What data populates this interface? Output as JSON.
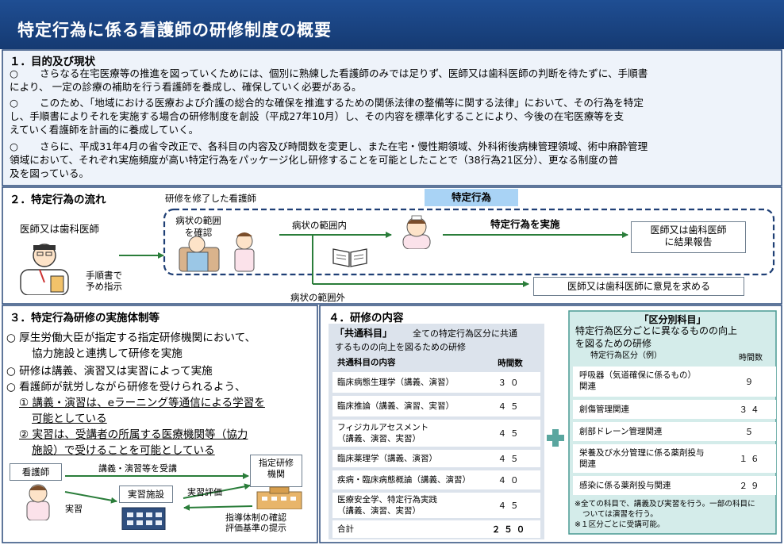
{
  "header": {
    "title": "特定行為に係る看護師の研修制度の概要"
  },
  "section1": {
    "title": "１．目的及び現状",
    "bullet_symbol": "○",
    "paragraphs": [
      [
        "さらなる在宅医療等の推進を図っていくためには、個別に熟練した看護師のみでは足りず、医師又は歯科医師の判断を待たずに、手順書",
        "により、 一定の診療の補助を行う看護師を養成し、確保していく必要がある。"
      ],
      [
        "このため、「地域における医療および介護の総合的な確保を推進するための関係法律の整備等に関する法律」において、その行為を特定",
        "し、手順書によりそれを実施する場合の研修制度を創設（平成27年10月）し、その内容を標準化することにより、今後の在宅医療等を支",
        "えていく看護師を計画的に養成していく。"
      ],
      [
        "さらに、平成31年4月の省令改正で、各科目の内容及び時間数を変更し、また在宅・慢性期領域、外科術後病棟管理領域、術中麻酔管理",
        "領域において、それぞれ実施頻度が高い特定行為をパッケージ化し研修することを可能としたことで（38行為21区分）、更なる制度の普",
        "及を図っている。"
      ]
    ]
  },
  "section2": {
    "title": "２．特定行為の流れ",
    "nurse_label": "研修を修了した看護師",
    "tokutei_badge": "特定行為",
    "doctor_label": "医師又は歯科医師",
    "instruction": [
      "手順書で",
      "予め指示"
    ],
    "check_range": [
      "病状の範囲",
      "を確認"
    ],
    "in_range": "病状の範囲内",
    "perform": "特定行為を実施",
    "report": [
      "医師又は歯科医師",
      "に結果報告"
    ],
    "opinion": "医師又は歯科医師に意見を求める",
    "out_range": "病状の範囲外"
  },
  "section3": {
    "title": "３．特定行為研修の実施体制等",
    "lines": [
      "○ 厚生労働大臣が指定する指定研修機関において、",
      "協力施設と連携して研修を実施",
      "○ 研修は講義、演習又は実習によって実施",
      "○ 看護師が就労しながら研修を受けられるよう、",
      "① 講義・演習は、eラーニング等通信による学習を",
      "可能としている",
      "② 実習は、受講者の所属する医療機関等（協力",
      "施設）で受けることを可能としている"
    ],
    "diagram": {
      "nurse": "看護師",
      "lecture": "講義・演習等を受講",
      "institution": [
        "指定研修",
        "機関"
      ],
      "facility": "実習施設",
      "evaluation": "実習評価",
      "practice": "実習",
      "guidance": [
        "指導体制の確認",
        "評価基準の提示"
      ]
    }
  },
  "section4": {
    "title": "４．研修の内容",
    "common": {
      "heading": "「共通科目」",
      "desc1": "全ての特定行為区分に共通",
      "desc2": "するものの向上を図るための研修",
      "col_name": "共通科目の内容",
      "col_hours": "時間数",
      "rows": [
        {
          "name": [
            "臨床病態生理学（講義、演習）"
          ],
          "hours": "３０"
        },
        {
          "name": [
            "臨床推論（講義、演習、実習）"
          ],
          "hours": "４５"
        },
        {
          "name": [
            "フィジカルアセスメント",
            "（講義、演習、実習）"
          ],
          "hours": "４５"
        },
        {
          "name": [
            "臨床薬理学（講義、演習）"
          ],
          "hours": "４５"
        },
        {
          "name": [
            "疾病・臨床病態概論（講義、演習）"
          ],
          "hours": "４０"
        },
        {
          "name": [
            "医療安全学、特定行為実践",
            "（講義、演習、実習）"
          ],
          "hours": "４５"
        },
        {
          "name": [
            "合計"
          ],
          "hours": "２５０"
        }
      ]
    },
    "plus": "+",
    "category": {
      "heading": "「区分別科目」",
      "desc1": "特定行為区分ごとに異なるものの向上",
      "desc2": "を図るための研修",
      "col_name": "特定行為区分（例）",
      "col_hours": "時間数",
      "rows": [
        {
          "name": [
            "呼吸器（気道確保に係るもの）",
            "関連"
          ],
          "hours": "９"
        },
        {
          "name": [
            "創傷管理関連"
          ],
          "hours": "３４"
        },
        {
          "name": [
            "創部ドレーン管理関連"
          ],
          "hours": "５"
        },
        {
          "name": [
            "栄養及び水分管理に係る薬剤投与",
            "関連"
          ],
          "hours": "１６"
        },
        {
          "name": [
            "感染に係る薬剤投与関連"
          ],
          "hours": "２９"
        }
      ],
      "notes": [
        "※全ての科目で、講義及び実習を行う。一部の科目に",
        "ついては演習を行う。",
        "※１区分ごとに受講可能。"
      ]
    }
  },
  "colors": {
    "header_bg": "#1f4e93",
    "section_bg": "#eef3fa",
    "table_bg": "#dce3ec",
    "category_bg": "#d4ecea",
    "arrow_green": "#2a7d3a",
    "badge_blue": "#a9d3f5"
  }
}
